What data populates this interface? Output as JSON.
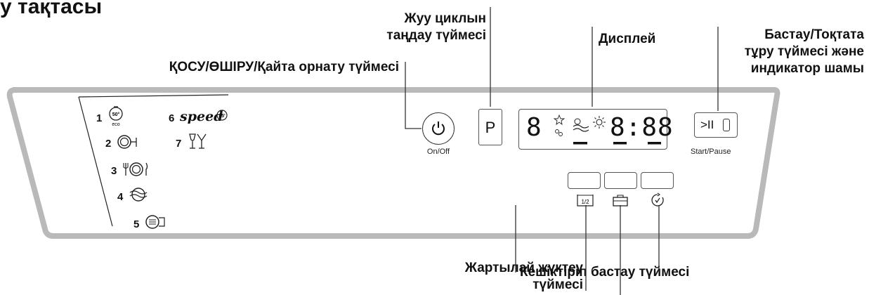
{
  "header": {
    "title_fragment": "у тақтасы"
  },
  "callouts": {
    "cycle_select": [
      "Жуу циклын",
      "таңдау түймесі"
    ],
    "display": "Дисплей",
    "start_pause": [
      "Бастау/Тоқтата",
      "тұру түймесі және",
      "индикатор шамы"
    ],
    "power_reset": "ҚОСУ/ӨШІРУ/Қайта орнату түймесі",
    "half_load": [
      "Жартылай жүктеу",
      "түймесі"
    ],
    "delay_start": "Кешіктіріп бастау түймесі"
  },
  "panel": {
    "power_label": "On/Off",
    "program_button_letter": "P",
    "start_pause_label": "Start/Pause",
    "start_pause_glyph": ">II",
    "display_digit_left": "8",
    "display_time": "8:88",
    "half_load_mark": "1/2"
  },
  "programs": [
    {
      "num": "1",
      "icon": "eco-50-icon",
      "sub": "50°",
      "sub2": "eco"
    },
    {
      "num": "2",
      "icon": "pot-icon"
    },
    {
      "num": "3",
      "icon": "plate-cutlery-icon"
    },
    {
      "num": "4",
      "icon": "rinse-wave-icon"
    },
    {
      "num": "5",
      "icon": "pot-steam-icon"
    },
    {
      "num": "6",
      "icon": "speed-icon",
      "text": "speed",
      "badge": "25'"
    },
    {
      "num": "7",
      "icon": "glasses-icon"
    }
  ]
}
